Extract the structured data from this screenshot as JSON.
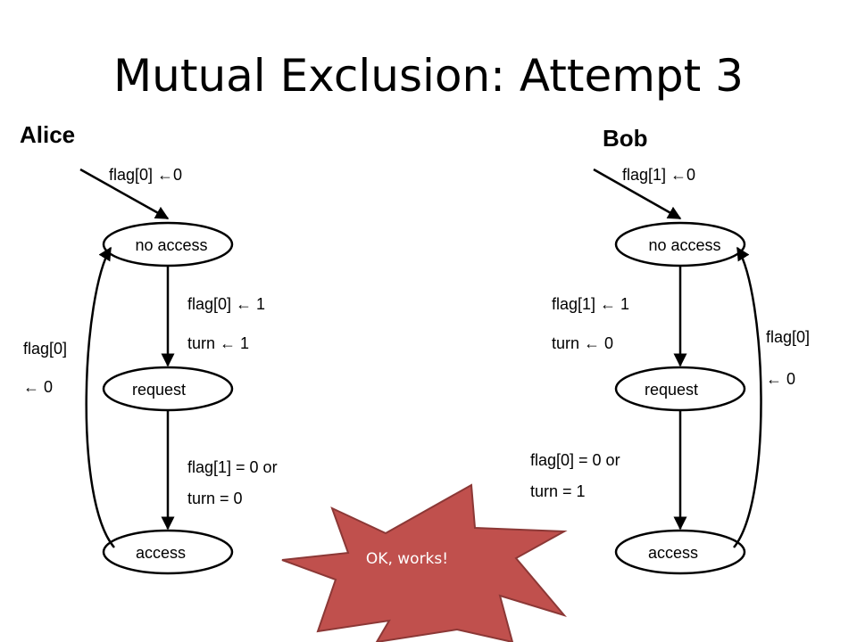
{
  "title": "Mutual Exclusion: Attempt 3",
  "alice": {
    "name": "Alice",
    "entry_label": "flag[0] ←0",
    "states": {
      "no_access": "no access",
      "request": "request",
      "access": "access"
    },
    "to_request": {
      "line1": "flag[0] ← 1",
      "line2": "turn ← 1"
    },
    "to_access": {
      "line1": "flag[1] = 0  or",
      "line2": "turn = 0"
    },
    "back": {
      "line1": "flag[0]",
      "line2": "← 0"
    }
  },
  "bob": {
    "name": "Bob",
    "entry_label": "flag[1] ←0",
    "states": {
      "no_access": "no access",
      "request": "request",
      "access": "access"
    },
    "to_request": {
      "line1": "flag[1] ← 1",
      "line2": "turn ← 0"
    },
    "to_access": {
      "line1": "flag[0] = 0  or",
      "line2": "turn = 1"
    },
    "back": {
      "line1": "flag[0]",
      "line2": "← 0"
    }
  },
  "callout": {
    "text": "OK,  works!",
    "color": "#c0504d",
    "border": "#8c3836"
  }
}
